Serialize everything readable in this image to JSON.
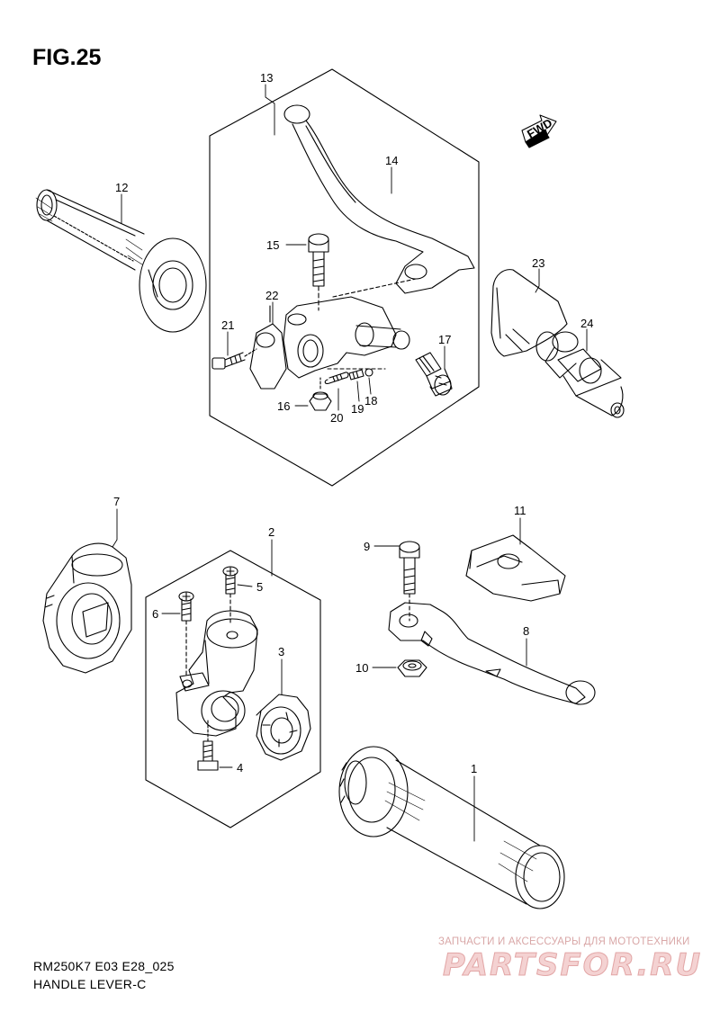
{
  "figure": {
    "title": "FIG.25",
    "model_code": "RM250K7 E03 E28_025",
    "name": "HANDLE LEVER-C",
    "fwd_label": "FWD"
  },
  "callouts": [
    "1",
    "2",
    "3",
    "4",
    "5",
    "6",
    "7",
    "8",
    "9",
    "10",
    "11",
    "12",
    "13",
    "14",
    "15",
    "16",
    "17",
    "18",
    "19",
    "20",
    "21",
    "22",
    "23",
    "24"
  ],
  "watermark": {
    "tagline": "ЗАПЧАСТИ И АКСЕССУАРЫ ДЛЯ МОТОТЕХНИКИ",
    "logo": "PARTSFOR.RU"
  }
}
